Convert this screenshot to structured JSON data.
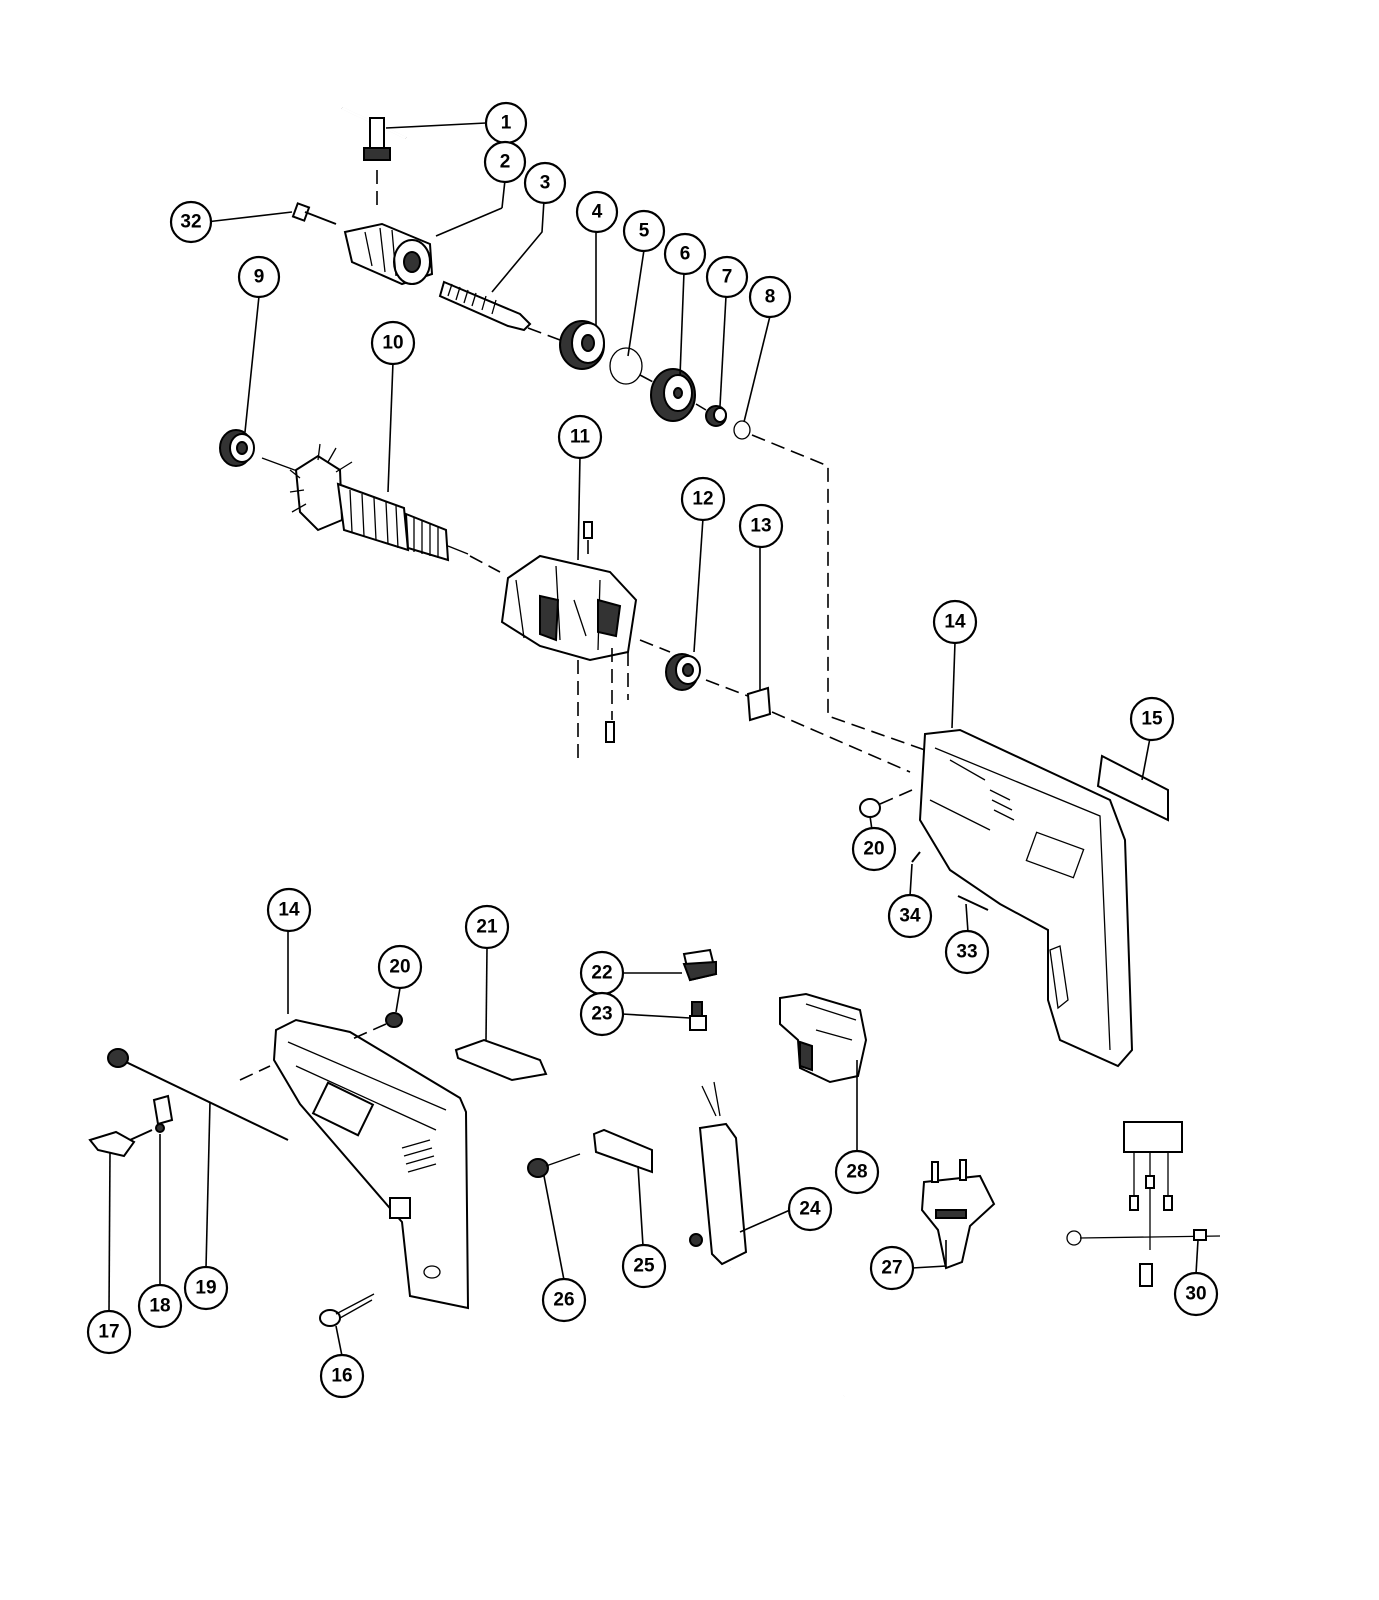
{
  "diagram": {
    "callouts": [
      {
        "id": "c1",
        "label": "1"
      },
      {
        "id": "c2",
        "label": "2"
      },
      {
        "id": "c3",
        "label": "3"
      },
      {
        "id": "c4",
        "label": "4"
      },
      {
        "id": "c5",
        "label": "5"
      },
      {
        "id": "c6",
        "label": "6"
      },
      {
        "id": "c7",
        "label": "7"
      },
      {
        "id": "c8",
        "label": "8"
      },
      {
        "id": "c9",
        "label": "9"
      },
      {
        "id": "c10",
        "label": "10"
      },
      {
        "id": "c11",
        "label": "11"
      },
      {
        "id": "c12",
        "label": "12"
      },
      {
        "id": "c13",
        "label": "13"
      },
      {
        "id": "c14a",
        "label": "14"
      },
      {
        "id": "c15",
        "label": "15"
      },
      {
        "id": "c20a",
        "label": "20"
      },
      {
        "id": "c34",
        "label": "34"
      },
      {
        "id": "c33",
        "label": "33"
      },
      {
        "id": "c32",
        "label": "32"
      },
      {
        "id": "c14b",
        "label": "14"
      },
      {
        "id": "c20b",
        "label": "20"
      },
      {
        "id": "c21",
        "label": "21"
      },
      {
        "id": "c22",
        "label": "22"
      },
      {
        "id": "c23",
        "label": "23"
      },
      {
        "id": "c28",
        "label": "28"
      },
      {
        "id": "c24",
        "label": "24"
      },
      {
        "id": "c25",
        "label": "25"
      },
      {
        "id": "c26",
        "label": "26"
      },
      {
        "id": "c27",
        "label": "27"
      },
      {
        "id": "c30",
        "label": "30"
      },
      {
        "id": "c16",
        "label": "16"
      },
      {
        "id": "c17",
        "label": "17"
      },
      {
        "id": "c18",
        "label": "18"
      },
      {
        "id": "c19",
        "label": "19"
      }
    ]
  }
}
